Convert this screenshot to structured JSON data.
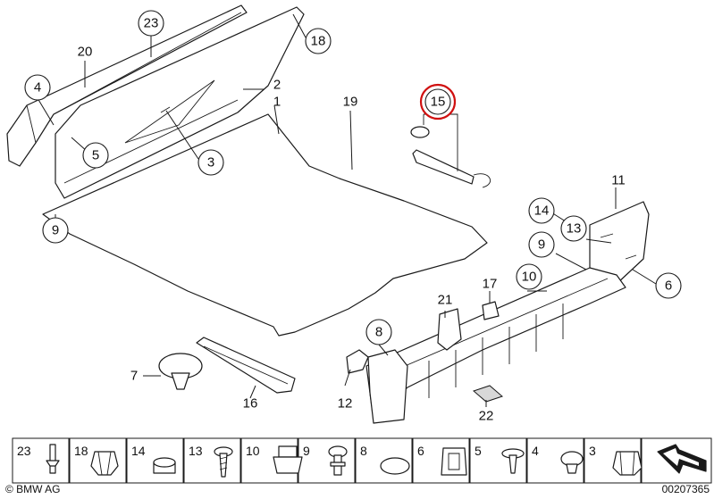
{
  "callouts": {
    "c1": "1",
    "c2": "2",
    "c3": "3",
    "c4": "4",
    "c5": "5",
    "c6": "6",
    "c7": "7",
    "c8": "8",
    "c9a": "9",
    "c9b": "9",
    "c10": "10",
    "c11": "11",
    "c12": "12",
    "c13": "13",
    "c14": "14",
    "c15": "15",
    "c16": "16",
    "c17": "17",
    "c18": "18",
    "c19": "19",
    "c20": "20",
    "c21": "21",
    "c22": "22",
    "c23": "23"
  },
  "highlight": {
    "callout": "15",
    "color": "#d01010"
  },
  "legend": [
    "23",
    "18",
    "14",
    "13",
    "10",
    "9",
    "8",
    "6",
    "5",
    "4",
    "3"
  ],
  "footer": {
    "copyright": "© BMW AG",
    "diagram_number": "00207365"
  }
}
